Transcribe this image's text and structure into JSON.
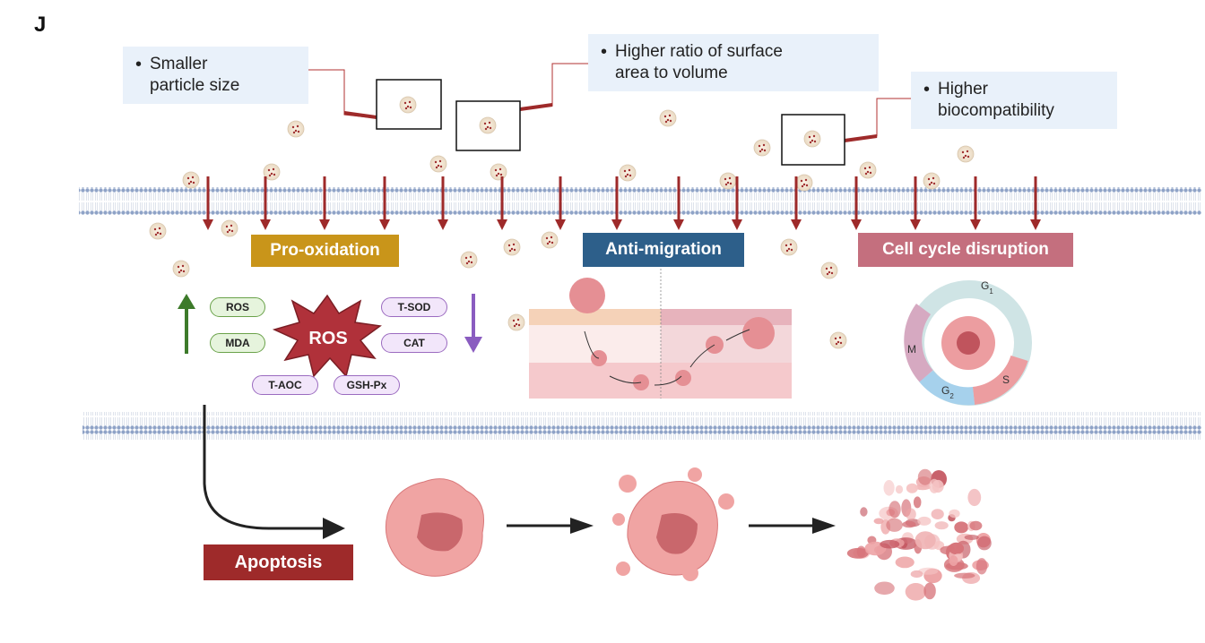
{
  "panel_letter": "J",
  "callouts": [
    {
      "text": "Smaller particle size",
      "lines": [
        "Smaller",
        "particle size"
      ]
    },
    {
      "text": "Higher ratio of surface area to volume",
      "lines": [
        "Higher ratio of surface",
        "area to volume"
      ]
    },
    {
      "text": "Higher biocompatibility",
      "lines": [
        "Higher",
        "biocompatibility"
      ]
    }
  ],
  "mechanisms": {
    "pro_oxidation": {
      "label": "Pro-oxidation",
      "color": "#c9951a"
    },
    "anti_migration": {
      "label": "Anti-migration",
      "color": "#2d5f8a"
    },
    "cell_cycle": {
      "label": "Cell cycle disruption",
      "color": "#c46f7e"
    }
  },
  "ros": {
    "center": "ROS",
    "increased": [
      "ROS",
      "MDA"
    ],
    "decreased": [
      "T-SOD",
      "CAT",
      "T-AOC",
      "GSH-Px"
    ],
    "up_arrow_color": "#3d7a2a",
    "down_arrow_color": "#8a5cc0"
  },
  "cell_cycle_phases": [
    "G1",
    "S",
    "G2",
    "M"
  ],
  "outcome": {
    "label": "Apoptosis",
    "color": "#9e2a2a"
  },
  "colors": {
    "membrane_head": "#8fa3c7",
    "arrow": "#9e2a2a",
    "callout_bg": "#e9f1fa"
  }
}
